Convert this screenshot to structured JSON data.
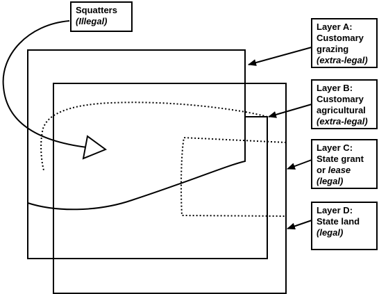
{
  "labels": {
    "squatters": {
      "line1": "Squatters",
      "line2": "(Illegal)"
    },
    "layer_a": {
      "line1": "Layer A:",
      "line2": "Customary",
      "line3": "grazing",
      "line4": "(extra-legal)"
    },
    "layer_b": {
      "line1": "Layer B:",
      "line2": "Customary",
      "line3": "agricultural",
      "line4": "(extra-legal)"
    },
    "layer_c": {
      "line1": "Layer C:",
      "line2": "State grant",
      "line3a": "or ",
      "line3b": "lease",
      "line4": "(legal)"
    },
    "layer_d": {
      "line1": "Layer D:",
      "line2": "State land",
      "line3": "(legal)"
    }
  },
  "colors": {
    "stroke": "#000000",
    "background": "#ffffff"
  }
}
